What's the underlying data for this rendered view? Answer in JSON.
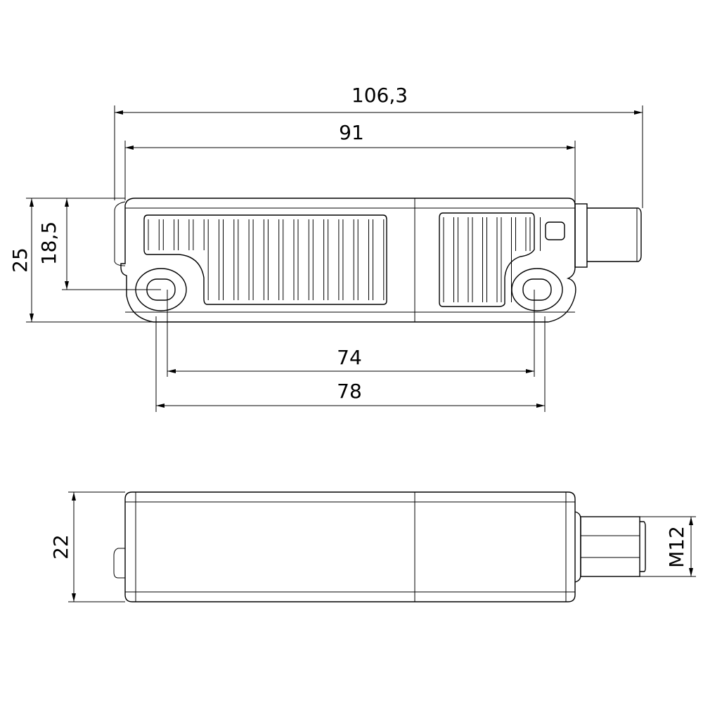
{
  "drawing": {
    "top_view": {
      "dimensions": {
        "overall_length": "106,3",
        "body_length": "91",
        "height": "25",
        "hole_height": "18,5",
        "hole_spacing_inner": "74",
        "hole_spacing_outer": "78"
      }
    },
    "side_view": {
      "dimensions": {
        "thickness": "22",
        "thread": "M12"
      }
    }
  }
}
